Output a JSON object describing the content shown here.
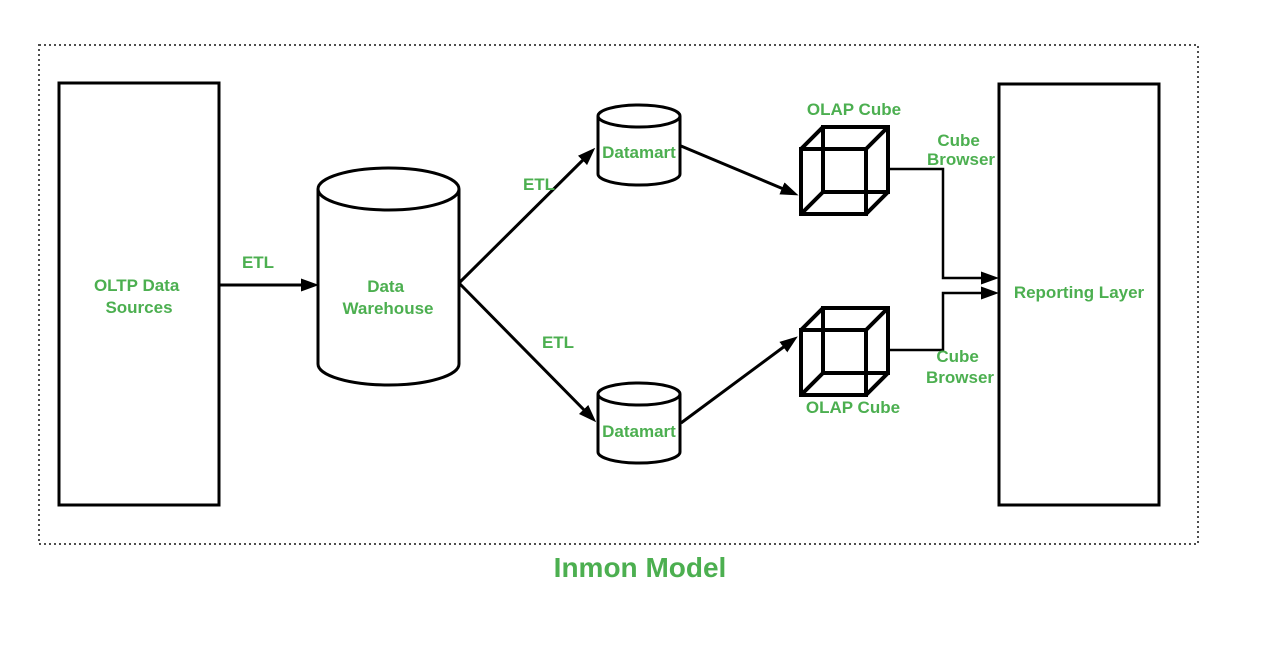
{
  "diagram_title": "Inmon Model",
  "colors": {
    "label_green": "#4caf50",
    "shape_stroke": "#000000",
    "dotted_border": "#4d4d4d",
    "background": "#ffffff"
  },
  "nodes": {
    "oltp_sources": {
      "label": [
        "OLTP Data",
        "Sources"
      ]
    },
    "data_warehouse": {
      "label": [
        "Data",
        "Warehouse"
      ]
    },
    "datamart_top": {
      "label": "Datamart"
    },
    "datamart_bottom": {
      "label": "Datamart"
    },
    "olap_cube_top": {
      "label": "OLAP Cube"
    },
    "olap_cube_bottom": {
      "label": "OLAP Cube"
    },
    "reporting_layer": {
      "label": "Reporting Layer"
    }
  },
  "edge_labels": {
    "etl_oltp_to_warehouse": "ETL",
    "etl_warehouse_to_datamart_top": "ETL",
    "etl_warehouse_to_datamart_bottom": "ETL",
    "cube_browser_top": [
      "Cube",
      "Browser"
    ],
    "cube_browser_bottom": [
      "Cube",
      "Browser"
    ]
  }
}
